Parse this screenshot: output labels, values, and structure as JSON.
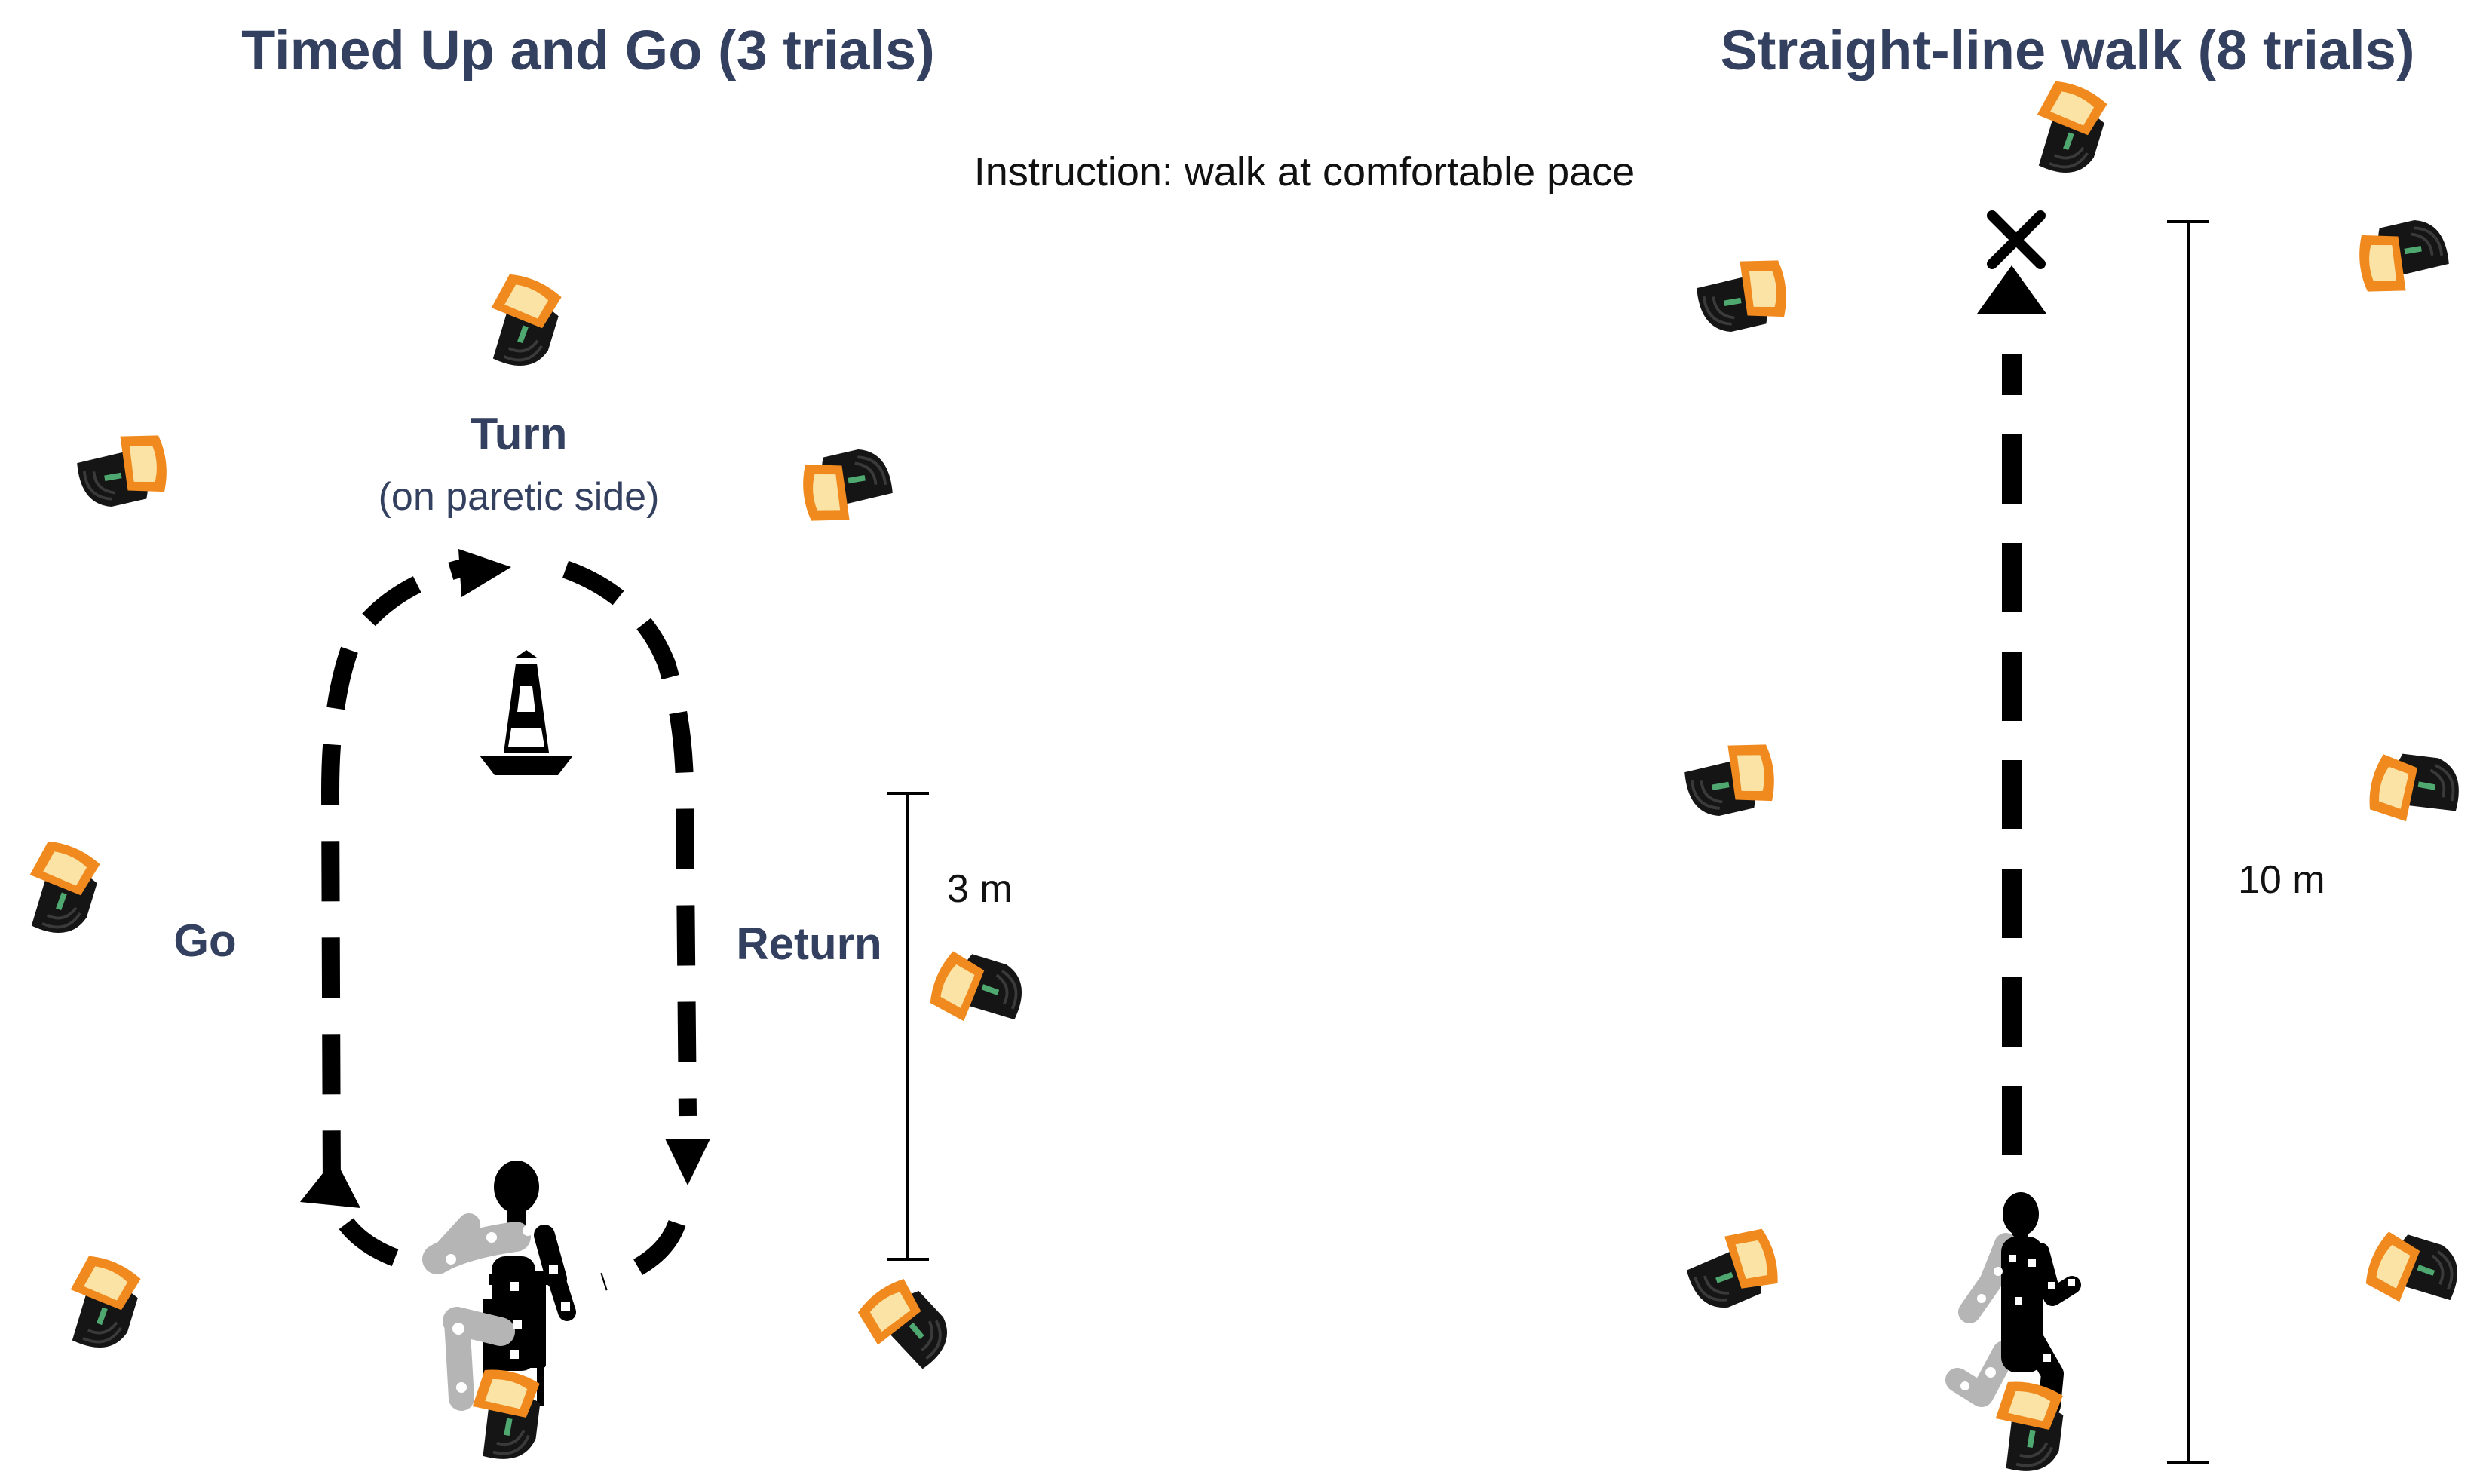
{
  "tug": {
    "title": "Timed Up and Go (3 trials)",
    "turn_label": "Turn",
    "turn_sub": "(on paretic side)",
    "go_label": "Go",
    "return_label": "Return",
    "distance": "3 m"
  },
  "walk": {
    "title": "Straight-line walk (8 trials)",
    "distance": "10 m"
  },
  "instruction": "Instruction: walk at comfortable pace",
  "icons": {
    "camera": "motion-capture-camera-icon",
    "cone": "traffic-cone-icon",
    "seated_person": "seated-person-with-markers-icon",
    "walking_person": "walking-person-with-markers-icon",
    "end_mark": "x-mark-icon"
  },
  "colors": {
    "title": "#34405f",
    "camera_lens": "#f08a1e",
    "camera_body": "#151515",
    "marker_limb": "#b5b5b5"
  }
}
